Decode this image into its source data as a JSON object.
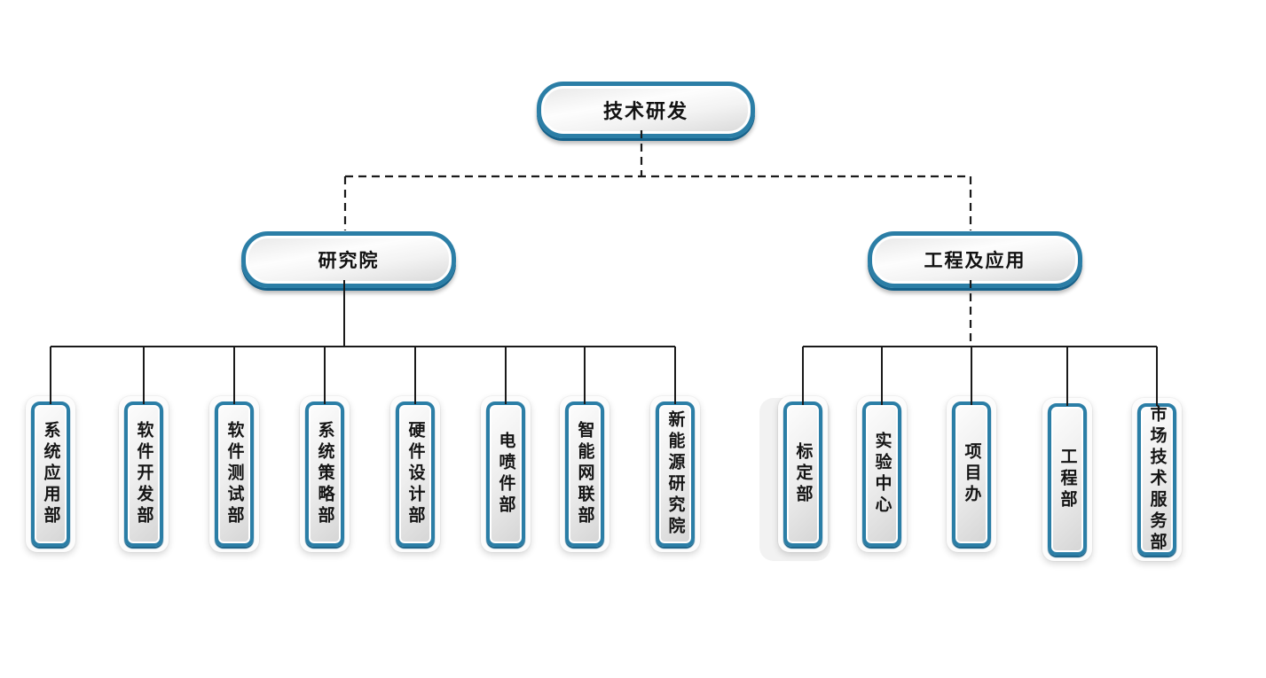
{
  "org": {
    "root": {
      "label": "技术研发"
    },
    "branches": [
      {
        "label": "研究院",
        "children": [
          {
            "label": "系统应用部"
          },
          {
            "label": "软件开发部"
          },
          {
            "label": "软件测试部"
          },
          {
            "label": "系统策略部"
          },
          {
            "label": "硬件设计部"
          },
          {
            "label": "电喷件部"
          },
          {
            "label": "智能网联部"
          },
          {
            "label": "新能源研究院"
          }
        ]
      },
      {
        "label": "工程及应用",
        "children": [
          {
            "label": "标定部"
          },
          {
            "label": "实验中心"
          },
          {
            "label": "项目办"
          },
          {
            "label": "工程部"
          },
          {
            "label": "市场技术服务部"
          }
        ]
      }
    ],
    "colors": {
      "node_border": "#2b7ea6",
      "node_border_dark": "#155e84",
      "node_fill_light": "#fdfdfd",
      "node_fill_dark": "#d5d5d5",
      "connector": "#1a1a1a",
      "selection_ghost": "#f2f2f2",
      "canvas_background": "#ffffff"
    }
  }
}
